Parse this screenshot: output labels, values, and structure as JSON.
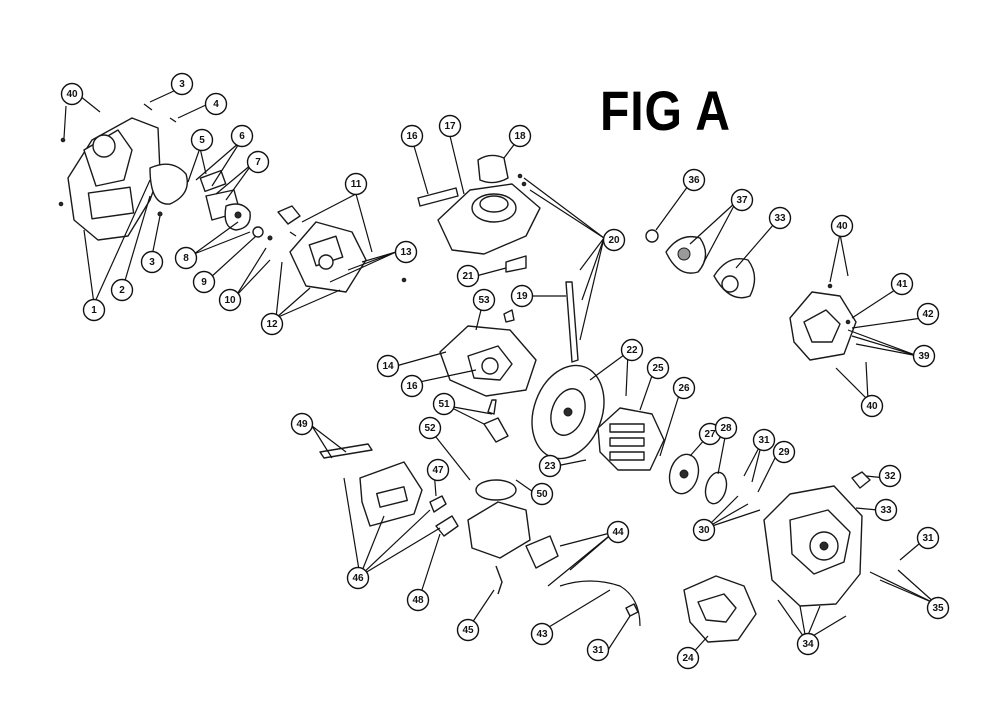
{
  "figure": {
    "title": "FIG A"
  },
  "callouts": [
    {
      "id": "c40a",
      "label": "40"
    },
    {
      "id": "c3a",
      "label": "3"
    },
    {
      "id": "c4",
      "label": "4"
    },
    {
      "id": "c5",
      "label": "5"
    },
    {
      "id": "c6",
      "label": "6"
    },
    {
      "id": "c7",
      "label": "7"
    },
    {
      "id": "c3b",
      "label": "3"
    },
    {
      "id": "c2",
      "label": "2"
    },
    {
      "id": "c1",
      "label": "1"
    },
    {
      "id": "c8",
      "label": "8"
    },
    {
      "id": "c9",
      "label": "9"
    },
    {
      "id": "c10",
      "label": "10"
    },
    {
      "id": "c11",
      "label": "11"
    },
    {
      "id": "c13",
      "label": "13"
    },
    {
      "id": "c12",
      "label": "12"
    },
    {
      "id": "c16a",
      "label": "16"
    },
    {
      "id": "c17",
      "label": "17"
    },
    {
      "id": "c18",
      "label": "18"
    },
    {
      "id": "c20a",
      "label": "20"
    },
    {
      "id": "c21",
      "label": "21"
    },
    {
      "id": "c19",
      "label": "19"
    },
    {
      "id": "c36",
      "label": "36"
    },
    {
      "id": "c37",
      "label": "37"
    },
    {
      "id": "c33a",
      "label": "33"
    },
    {
      "id": "c40b",
      "label": "40"
    },
    {
      "id": "c41",
      "label": "41"
    },
    {
      "id": "c42",
      "label": "42"
    },
    {
      "id": "c39",
      "label": "39"
    },
    {
      "id": "c40c",
      "label": "40"
    },
    {
      "id": "c53",
      "label": "53"
    },
    {
      "id": "c14",
      "label": "14"
    },
    {
      "id": "c16b",
      "label": "16"
    },
    {
      "id": "c22",
      "label": "22"
    },
    {
      "id": "c25",
      "label": "25"
    },
    {
      "id": "c26",
      "label": "26"
    },
    {
      "id": "c51",
      "label": "51"
    },
    {
      "id": "c49",
      "label": "49"
    },
    {
      "id": "c52",
      "label": "52"
    },
    {
      "id": "c23",
      "label": "23"
    },
    {
      "id": "c27",
      "label": "27"
    },
    {
      "id": "c28",
      "label": "28"
    },
    {
      "id": "c31a",
      "label": "31"
    },
    {
      "id": "c29",
      "label": "29"
    },
    {
      "id": "c32",
      "label": "32"
    },
    {
      "id": "c47",
      "label": "47"
    },
    {
      "id": "c50",
      "label": "50"
    },
    {
      "id": "c33b",
      "label": "33"
    },
    {
      "id": "c30",
      "label": "30"
    },
    {
      "id": "c44",
      "label": "44"
    },
    {
      "id": "c31b",
      "label": "31"
    },
    {
      "id": "c46",
      "label": "46"
    },
    {
      "id": "c48",
      "label": "48"
    },
    {
      "id": "c45",
      "label": "45"
    },
    {
      "id": "c43",
      "label": "43"
    },
    {
      "id": "c35",
      "label": "35"
    },
    {
      "id": "c31c",
      "label": "31"
    },
    {
      "id": "c24",
      "label": "24"
    },
    {
      "id": "c34",
      "label": "34"
    }
  ]
}
